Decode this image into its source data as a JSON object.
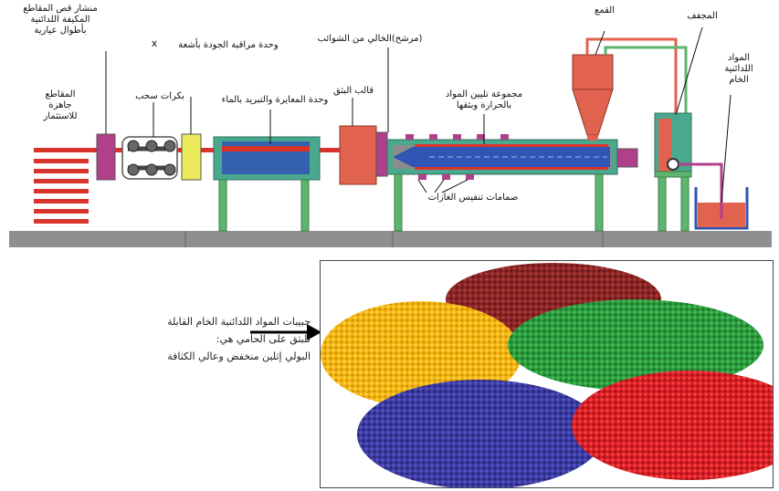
{
  "labels": {
    "cutter_saw": "منشار قص المقاطع",
    "cutter_saw_2": "المكيفة اللدائنية",
    "cutter_saw_3": "بأطوال عيارية",
    "finished": "المقاطع",
    "finished_2": "جاهزة",
    "finished_3": "للاستثمار",
    "pull_rollers": "بكرات سحب",
    "quality_unit": "وحدة مراقبة الجودة بأشعة",
    "quality_x": "x",
    "cooling_unit": "وحدة المعايرة والتبريد بالماء",
    "die": "قالب البثق",
    "filter": "(مرشح)الخالي من الشوائب",
    "melt_group": "مجموعة تليين المواد",
    "melt_group_2": "بالحرارة وبثقها",
    "vents": "صمامات تنفيس الغازات",
    "hopper": "القمع",
    "dryer": "المجفف",
    "raw": "المواد",
    "raw_2": "اللدائنية",
    "raw_3": "الخام"
  },
  "caption": {
    "line1": "حبيبات المواد اللدائنية الخام القابلة",
    "line2": "للبثق على الحامي هي:",
    "line3": "البولي إثلين منخفض وعالي الكثافة"
  },
  "colors": {
    "red_line": "#d9342b",
    "salmon": "#e0624f",
    "teal": "#4aa88e",
    "green_leg": "#5eb56f",
    "blue": "#2f55b5",
    "magenta": "#b1408a",
    "yellow": "#eaea5a",
    "floor": "#8f8f8f",
    "pellet_brown": "#8a2424",
    "pellet_yellow": "#f2b310",
    "pellet_green": "#2a9a3c",
    "pellet_blue": "#3a3aa0",
    "pellet_red": "#d81e24"
  }
}
